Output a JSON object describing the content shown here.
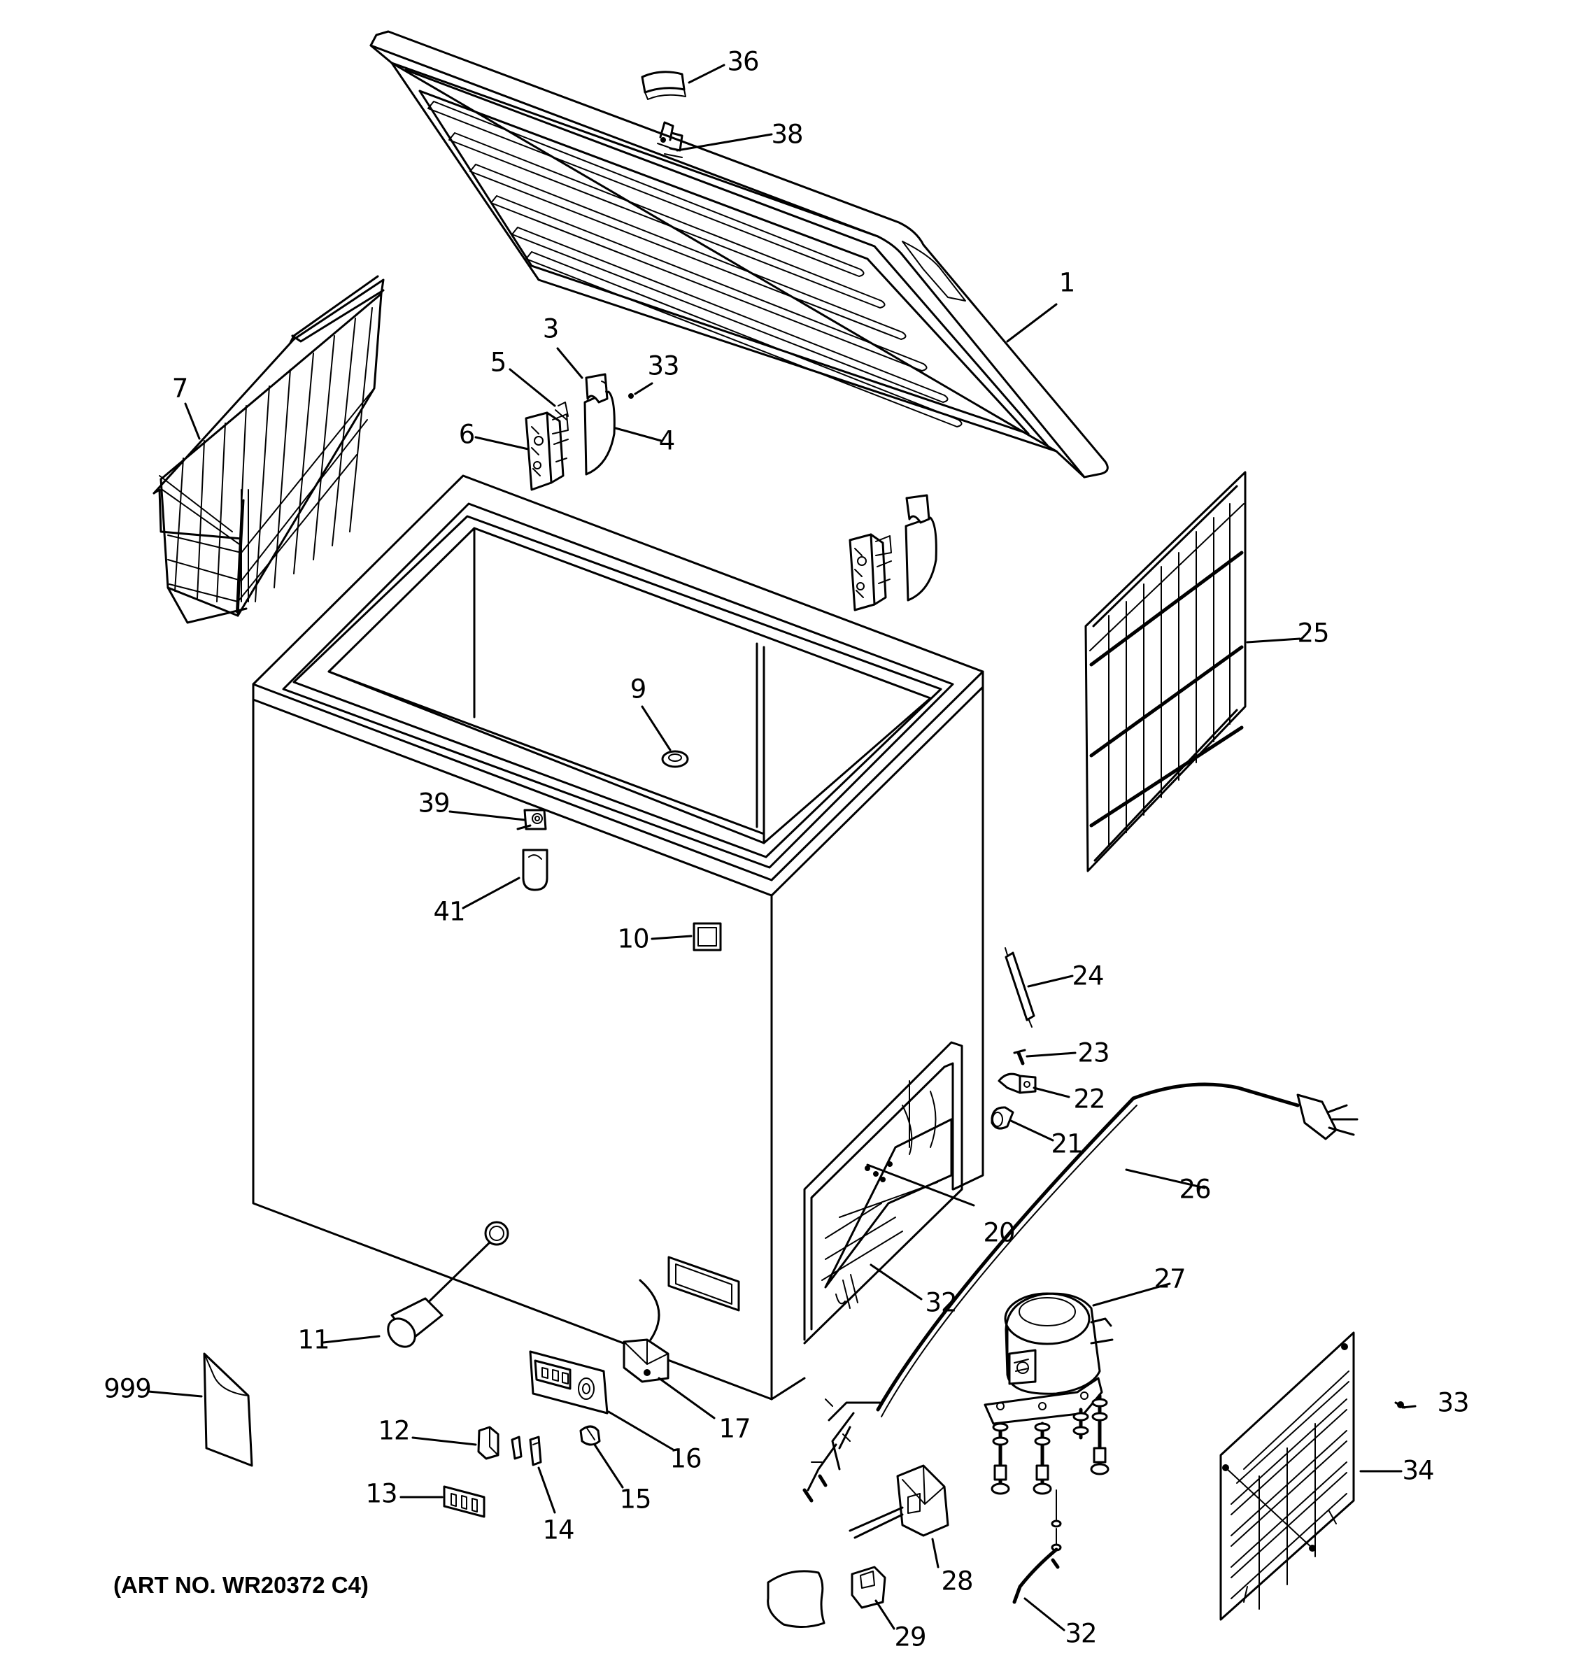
{
  "title_block": {
    "art_number": "(ART NO. WR20372 C4)"
  },
  "callouts": [
    {
      "id": "lid",
      "label": "1"
    },
    {
      "id": "hinge-cover-left",
      "label": "3"
    },
    {
      "id": "hinge-cap",
      "label": "4"
    },
    {
      "id": "hinge-screw",
      "label": "5"
    },
    {
      "id": "hinge",
      "label": "6"
    },
    {
      "id": "basket",
      "label": "7"
    },
    {
      "id": "drain-cap",
      "label": "9"
    },
    {
      "id": "name-plate",
      "label": "10"
    },
    {
      "id": "drain-plug",
      "label": "11"
    },
    {
      "id": "switch",
      "label": "12"
    },
    {
      "id": "light-bar",
      "label": "13"
    },
    {
      "id": "lens",
      "label": "14"
    },
    {
      "id": "knob",
      "label": "15"
    },
    {
      "id": "control-panel",
      "label": "16"
    },
    {
      "id": "thermostat",
      "label": "17"
    },
    {
      "id": "machine-compartment",
      "label": "20"
    },
    {
      "id": "grommet",
      "label": "21"
    },
    {
      "id": "clamp",
      "label": "22"
    },
    {
      "id": "screw",
      "label": "23"
    },
    {
      "id": "drier",
      "label": "24"
    },
    {
      "id": "condenser",
      "label": "25"
    },
    {
      "id": "power-cord",
      "label": "26"
    },
    {
      "id": "compressor",
      "label": "27"
    },
    {
      "id": "relay",
      "label": "28"
    },
    {
      "id": "overload",
      "label": "29"
    },
    {
      "id": "mount-kit-a",
      "label": "32"
    },
    {
      "id": "mount-kit-b",
      "label": "32"
    },
    {
      "id": "screw-a",
      "label": "33"
    },
    {
      "id": "screw-b",
      "label": "33"
    },
    {
      "id": "access-cover",
      "label": "34"
    },
    {
      "id": "lock-cover",
      "label": "36"
    },
    {
      "id": "lock-assembly",
      "label": "38"
    },
    {
      "id": "lock",
      "label": "39"
    },
    {
      "id": "key-holder",
      "label": "41"
    },
    {
      "id": "literature",
      "label": "999"
    }
  ]
}
